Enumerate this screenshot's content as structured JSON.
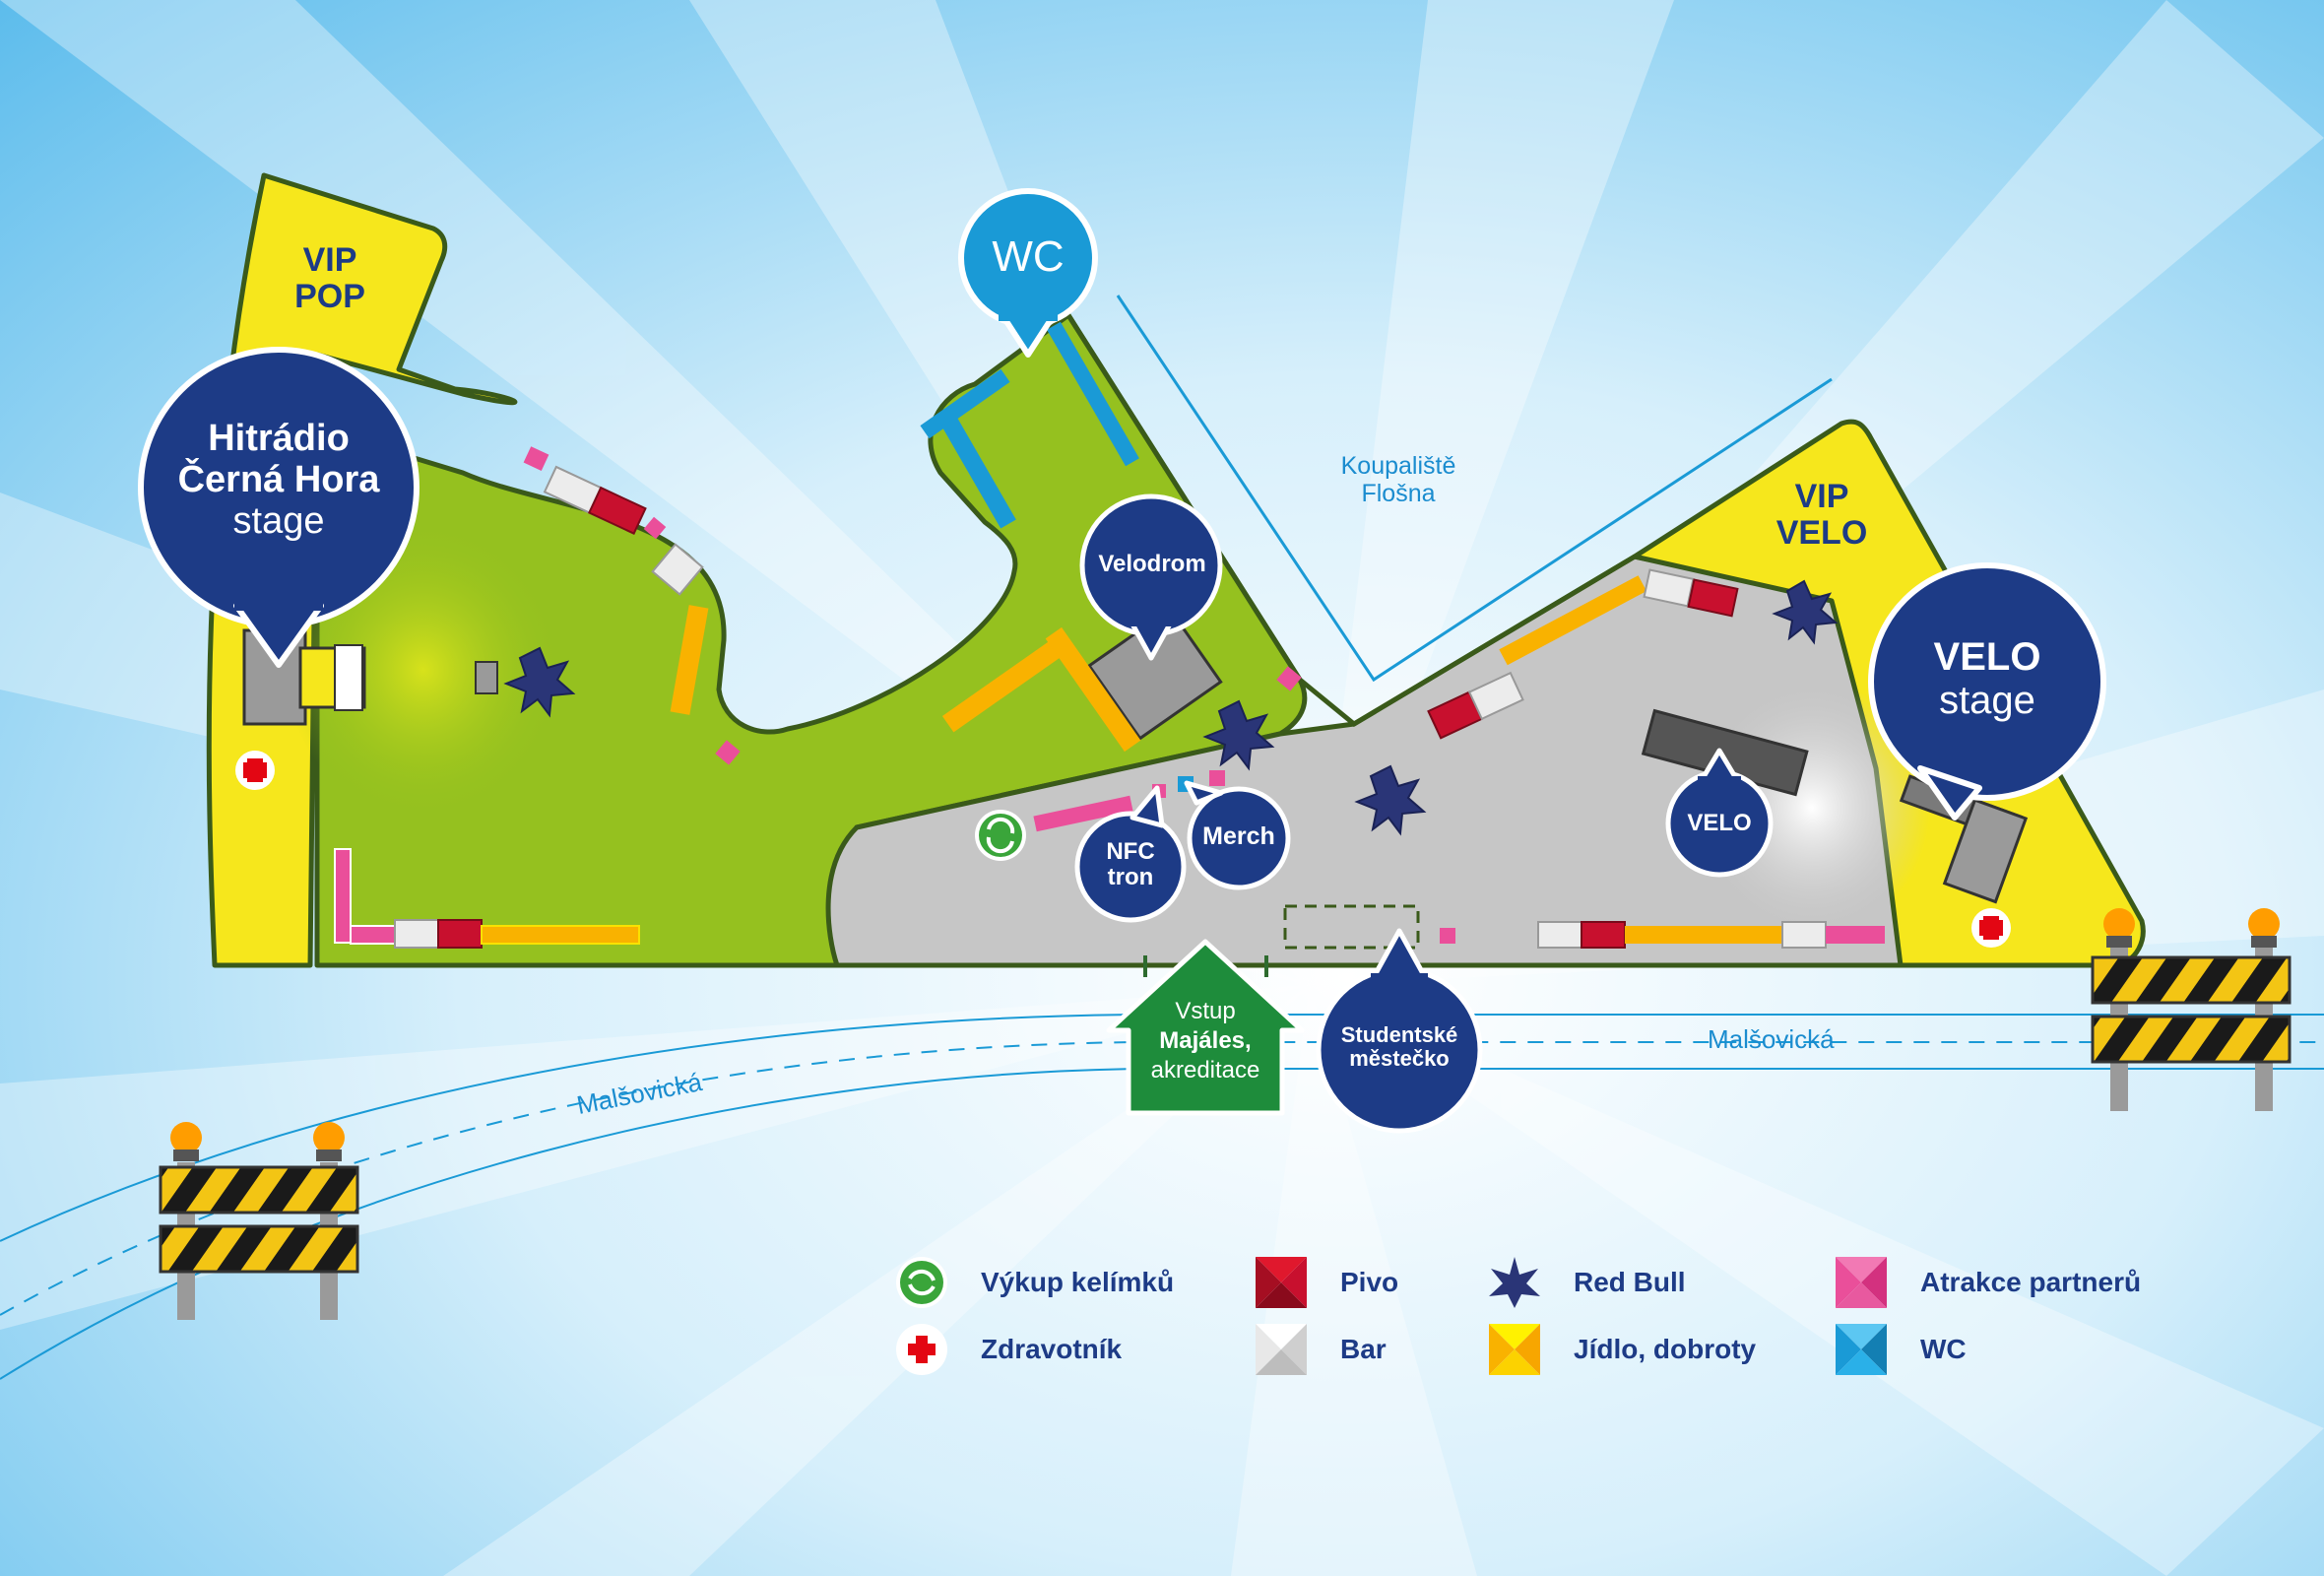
{
  "colors": {
    "sky": "#bfe6f8",
    "green_zone": "#95c11f",
    "yellow_zone": "#f6e71c",
    "gray_zone": "#c6c6c6",
    "navy": "#1d3b86",
    "light_blue": "#1a9ad6",
    "entrance_green": "#1e8c3b"
  },
  "zones": {
    "vip_pop": "VIP\nPOP",
    "vip_velo": "VIP\nVELO"
  },
  "bubbles": {
    "hitradio_line1": "Hitrádio",
    "hitradio_line2": "Černá Hora",
    "hitradio_line3": "stage",
    "wc": "WC",
    "velodrom": "Velodrom",
    "nfc_line1": "NFC",
    "nfc_line2": "tron",
    "merch": "Merch",
    "velo_small": "VELO",
    "velo_stage_line1": "VELO",
    "velo_stage_line2": "stage",
    "studentske_line1": "Studentské",
    "studentske_line2": "městečko"
  },
  "places": {
    "koupaliste_line1": "Koupaliště",
    "koupaliste_line2": "Flošna"
  },
  "entrance": {
    "line1": "Vstup",
    "line2": "Majáles,",
    "line3": "akreditace"
  },
  "streets": {
    "left": "Malšovická",
    "right": "Malšovická"
  },
  "legend": [
    {
      "icon": "recycle-icon",
      "label": "Výkup kelímků"
    },
    {
      "icon": "beer-icon",
      "label": "Pivo"
    },
    {
      "icon": "redbull-star-icon",
      "label": "Red Bull"
    },
    {
      "icon": "partner-attraction-icon",
      "label": "Atrakce partnerů"
    },
    {
      "icon": "first-aid-icon",
      "label": "Zdravotník"
    },
    {
      "icon": "bar-icon",
      "label": "Bar"
    },
    {
      "icon": "food-icon",
      "label": "Jídlo, dobroty"
    },
    {
      "icon": "wc-icon",
      "label": "WC"
    }
  ]
}
